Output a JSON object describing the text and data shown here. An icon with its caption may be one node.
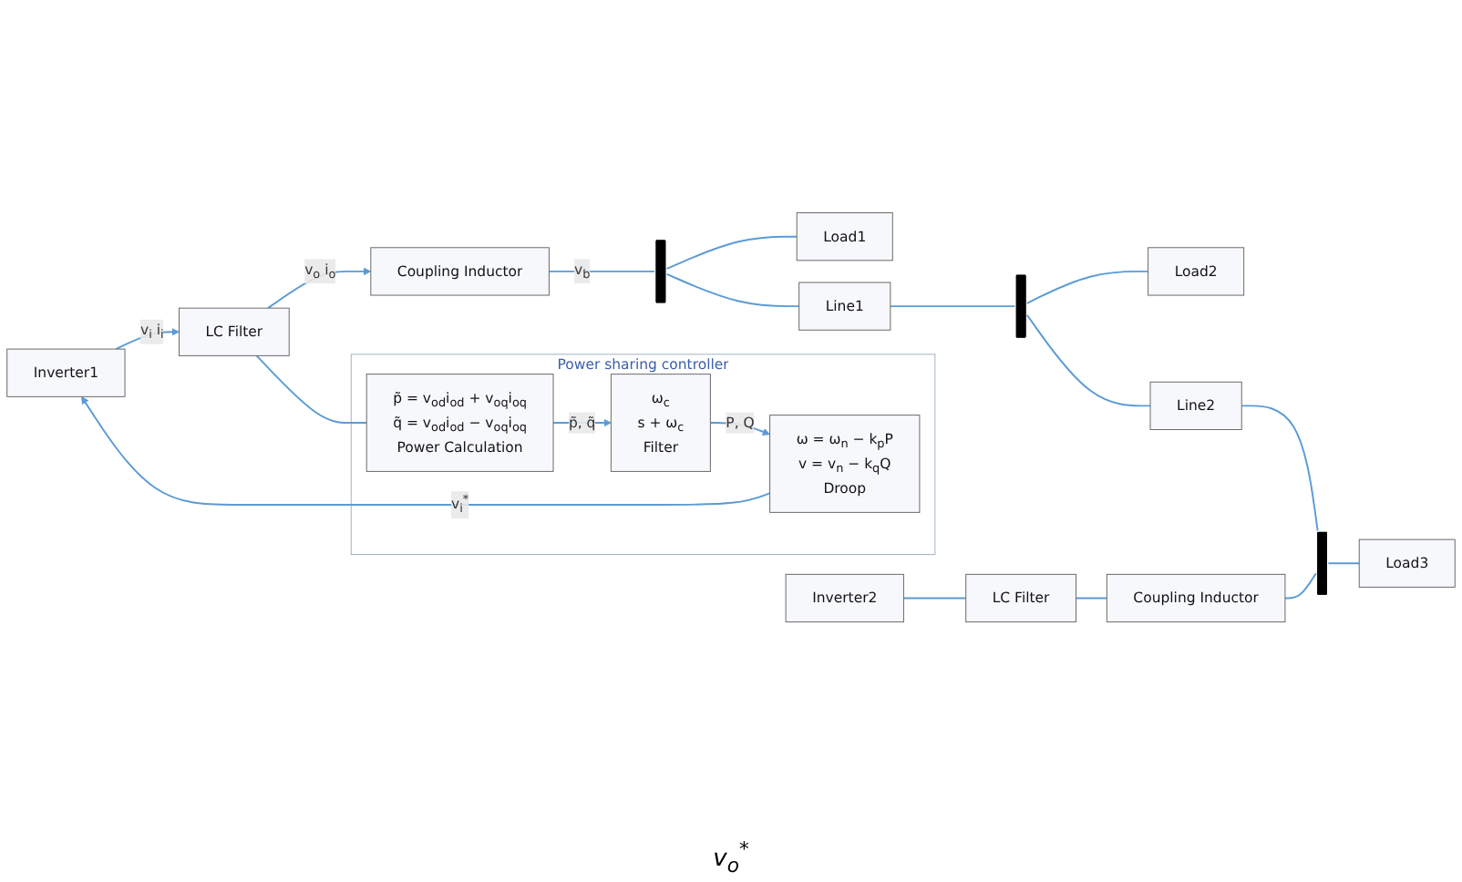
{
  "diagram": {
    "nodes": [
      {
        "text": [
          "Inverter1"
        ]
      },
      {
        "text": [
          "LC Filter"
        ]
      },
      {
        "text": [
          "Coupling Inductor"
        ]
      },
      {
        "text": [],
        "shape": "bar"
      },
      {
        "text": [
          "Load1"
        ]
      },
      {
        "text": [
          "Line1"
        ]
      },
      {
        "text": [],
        "shape": "bar"
      },
      {
        "text": [
          "Load2"
        ]
      },
      {
        "text": [
          "Line2"
        ]
      },
      {
        "text": [],
        "shape": "bar"
      },
      {
        "text": [
          "Load3"
        ]
      },
      {
        "text": [
          "Inverter2"
        ]
      },
      {
        "text": [
          "LC Filter"
        ]
      },
      {
        "text": [
          "Coupling Inductor"
        ]
      },
      {
        "text": [
          "Power sharing controller"
        ]
      },
      {
        "text": [
          "ω = ω$_{n}$ − k$_{p}$P",
          "v = v$_{n}$ − k$_{q}$Q",
          "Droop"
        ],
        "in": 14
      },
      {
        "text": [
          "ω$_{c}$",
          "s + ω$_{c}$",
          "Filter"
        ],
        "in": 14
      },
      {
        "text": [
          "p̃ = v$_{od}$i$_{od}$ + v$_{oq}$i$_{oq}$",
          "q̃ = v$_{od}$i$_{od}$ − v$_{oq}$i$_{oq}$",
          "Power Calculation"
        ],
        "in": 14
      }
    ],
    "edges": [
      {
        "from": 0,
        "to": 1,
        "arrow": "to",
        "label": "v$_{i}$ i$_{i}$"
      },
      {
        "from": 1,
        "to": 2,
        "arrow": "to",
        "label": "v$_{o}$ i$_{o}$"
      },
      {
        "from": 2,
        "to": 3,
        "arrow": "none",
        "label": "v$_{b}$"
      },
      {
        "from": 3,
        "to": 4,
        "arrow": "none"
      },
      {
        "from": 3,
        "to": 5,
        "arrow": "none"
      },
      {
        "from": 5,
        "to": 6,
        "arrow": "none"
      },
      {
        "from": 6,
        "to": 7,
        "arrow": "none"
      },
      {
        "from": 6,
        "to": 8,
        "arrow": "none"
      },
      {
        "from": 8,
        "to": 9,
        "arrow": "none"
      },
      {
        "from": 11,
        "to": 12,
        "arrow": "none"
      },
      {
        "from": 12,
        "to": 13,
        "arrow": "none"
      },
      {
        "from": 13,
        "to": 9,
        "arrow": "none"
      },
      {
        "from": 9,
        "to": 10,
        "arrow": "none"
      },
      {
        "from": 1,
        "to": 17,
        "arrow": "none"
      },
      {
        "from": 17,
        "to": 16,
        "arrow": "to",
        "label": "p̃, q̃"
      },
      {
        "from": 16,
        "to": 15,
        "arrow": "to",
        "label": "P, Q"
      },
      {
        "from": 15,
        "to": 0,
        "arrow": "to",
        "label": "v$_{i}$$^{*}$"
      }
    ],
    "labels": [
      "v$_{o}$$^{*}$"
    ]
  }
}
